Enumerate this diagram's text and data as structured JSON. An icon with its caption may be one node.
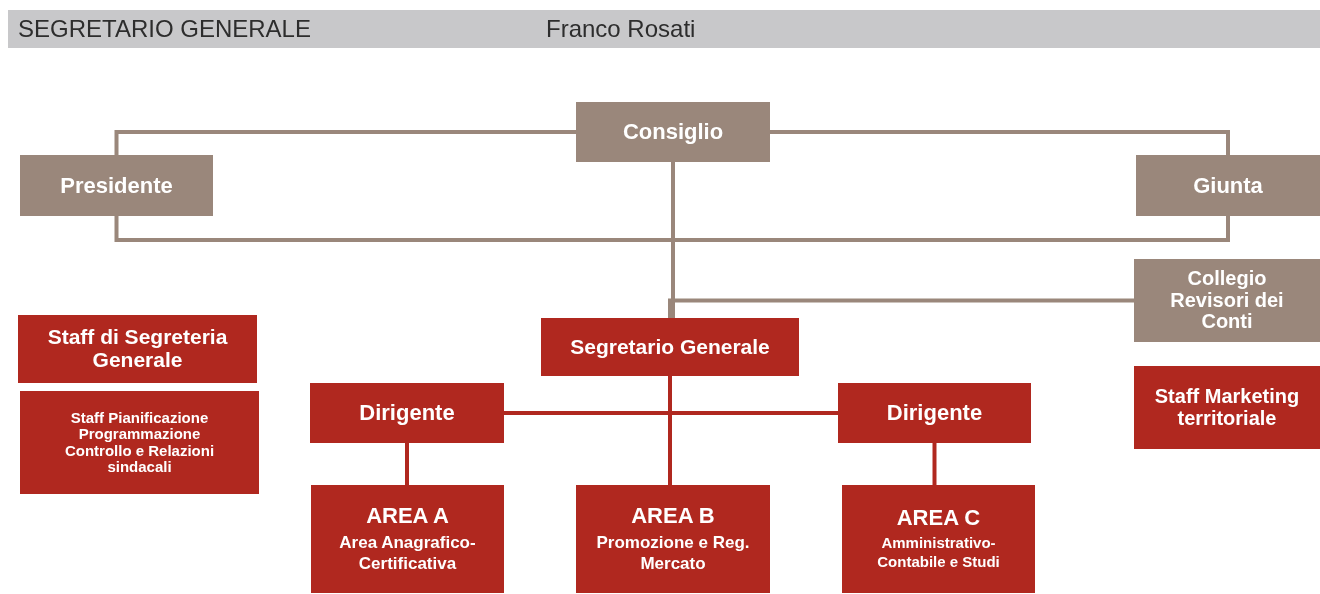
{
  "diagram": {
    "nodes": [
      {
        "text": [
          "Consiglio"
        ]
      },
      {
        "text": [
          "Presidente"
        ]
      },
      {
        "text": [
          "Giunta"
        ]
      },
      {
        "text": [
          "Collegio Revisori dei Conti"
        ]
      },
      {
        "text": [
          "Staff di Segreteria Generale"
        ]
      },
      {
        "text": [
          "Staff Pianificazione Programmazione Controllo e Relazioni sindacali"
        ]
      },
      {
        "text": [
          "Segretario Generale"
        ]
      },
      {
        "text": [
          "Staff Marketing territoriale"
        ]
      },
      {
        "text": [
          "Dirigente"
        ]
      },
      {
        "text": [
          "Dirigente"
        ]
      },
      {
        "text": [
          "AREA A",
          "Area Anagrafico-Certificativa"
        ]
      },
      {
        "text": [
          "AREA B",
          "Promozione e Reg. Mercato"
        ]
      },
      {
        "text": [
          "AREA C",
          "Amministrativo-Contabile e Studi"
        ]
      }
    ],
    "edges": [
      {
        "from": 0,
        "to": 1,
        "arrow": "none",
        "color": "#9a877b"
      },
      {
        "from": 0,
        "to": 2,
        "arrow": "none",
        "color": "#9a877b"
      },
      {
        "from": 1,
        "to": 2,
        "arrow": "none",
        "color": "#9a877b"
      },
      {
        "from": 0,
        "to": 6,
        "arrow": "none",
        "color": "#9a877b"
      },
      {
        "from": 3,
        "to": 6,
        "arrow": "none",
        "color": "#9a877b"
      },
      {
        "from": 6,
        "to": 8,
        "arrow": "none",
        "color": "#b0281f"
      },
      {
        "from": 6,
        "to": 9,
        "arrow": "none",
        "color": "#b0281f"
      },
      {
        "from": 6,
        "to": 11,
        "arrow": "none",
        "color": "#b0281f"
      },
      {
        "from": 8,
        "to": 10,
        "arrow": "none",
        "color": "#b0281f"
      },
      {
        "from": 9,
        "to": 12,
        "arrow": "none",
        "color": "#b0281f"
      }
    ],
    "labels": [
      "SEGRETARIO GENERALE",
      "Franco Rosati"
    ]
  }
}
